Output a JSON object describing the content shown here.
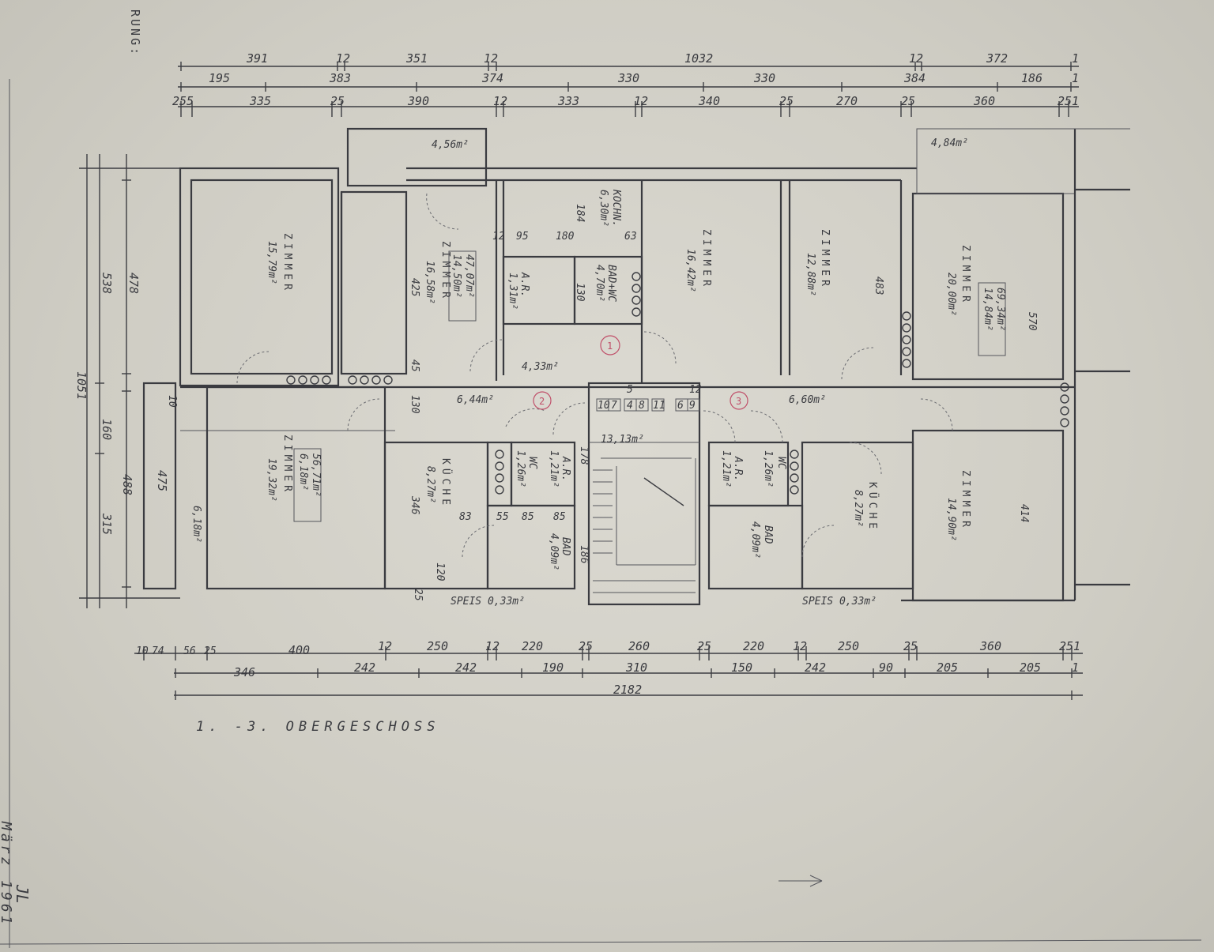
{
  "header_label": "RUNG:",
  "caption": "1. -3. OBERGESCHOSS",
  "date": "März 1961",
  "initials": "JL",
  "dims": {
    "top_row1": [
      "391",
      "12",
      "351",
      "12",
      "1032",
      "12",
      "372"
    ],
    "top_row2": [
      "195",
      "383",
      "374",
      "330",
      "330",
      "384",
      "186"
    ],
    "top_row3": [
      "255",
      "335",
      "25",
      "390",
      "12",
      "333",
      "12",
      "340",
      "25",
      "270",
      "25",
      "360",
      "251"
    ],
    "bottom_row1": [
      "10",
      "74",
      "56",
      "25",
      "400",
      "12",
      "250",
      "12",
      "220",
      "25",
      "260",
      "25",
      "220",
      "12",
      "250",
      "25",
      "360",
      "251"
    ],
    "bottom_row2": [
      "346",
      "242",
      "242",
      "190",
      "310",
      "150",
      "242",
      "90",
      "205",
      "205"
    ],
    "bottom_total": "2182",
    "left_outer": "1051",
    "left_mid": [
      "538",
      "160",
      "488"
    ],
    "left_inner": [
      "478",
      "475",
      "315"
    ],
    "right_edge": [
      "1",
      "1",
      "1"
    ]
  },
  "rooms": [
    {
      "name": "ZIMMER",
      "area": "15,79m²"
    },
    {
      "name": "ZIMMER",
      "area": "16,58m²",
      "box": [
        "47,07m²",
        "14,50m²"
      ],
      "dim": "425"
    },
    {
      "name": "KOCHN.",
      "area": "6,30m²"
    },
    {
      "name": "BAD+WC",
      "area": "4,70m²"
    },
    {
      "name": "A.R.",
      "area": "1,31m²"
    },
    {
      "name": "ZIMMER",
      "area": "16,42m²"
    },
    {
      "name": "ZIMMER",
      "area": "12,88m²",
      "dim": "483"
    },
    {
      "name": "ZIMMER",
      "area": "20,00m²",
      "box": [
        "69,34m²",
        "14,84m²"
      ],
      "dim": "570"
    },
    {
      "name": "ZIMMER",
      "area": "19,32m²",
      "box": [
        "56,71m²",
        "6,18m²"
      ]
    },
    {
      "name": "KÜCHE",
      "area": "8,27m²",
      "dim": "346"
    },
    {
      "name": "WC",
      "area": "1,26m²"
    },
    {
      "name": "A.R.",
      "area": "1,21m²"
    },
    {
      "name": "BAD",
      "area": "4,09m²"
    },
    {
      "name": "A.R.",
      "area": "1,21m²"
    },
    {
      "name": "WC",
      "area": "1,26m²"
    },
    {
      "name": "BAD",
      "area": "4,09m²"
    },
    {
      "name": "KÜCHE",
      "area": "8,27m²"
    },
    {
      "name": "ZIMMER",
      "area": "14,90m²",
      "dim": "414"
    }
  ],
  "areas": {
    "balcony_left": "4,56m²",
    "balcony_right": "4,84m²",
    "hall1": "4,33m²",
    "hall2": "6,44m²",
    "hall3": "6,60m²",
    "stair": "13,13m²",
    "loggia": "6,18m²",
    "speis_left": "SPEIS 0,33m²",
    "speis_right": "SPEIS 0,33m²"
  },
  "unit_numbers": [
    "1",
    "2",
    "3"
  ],
  "small_dims": [
    "12",
    "95",
    "180",
    "63",
    "184",
    "130",
    "45",
    "130",
    "83",
    "55",
    "85",
    "85",
    "178",
    "186",
    "120",
    "25",
    "10"
  ],
  "stair_numbers": [
    "10",
    "7",
    "4",
    "5",
    "8",
    "11",
    "6",
    "9",
    "12"
  ]
}
